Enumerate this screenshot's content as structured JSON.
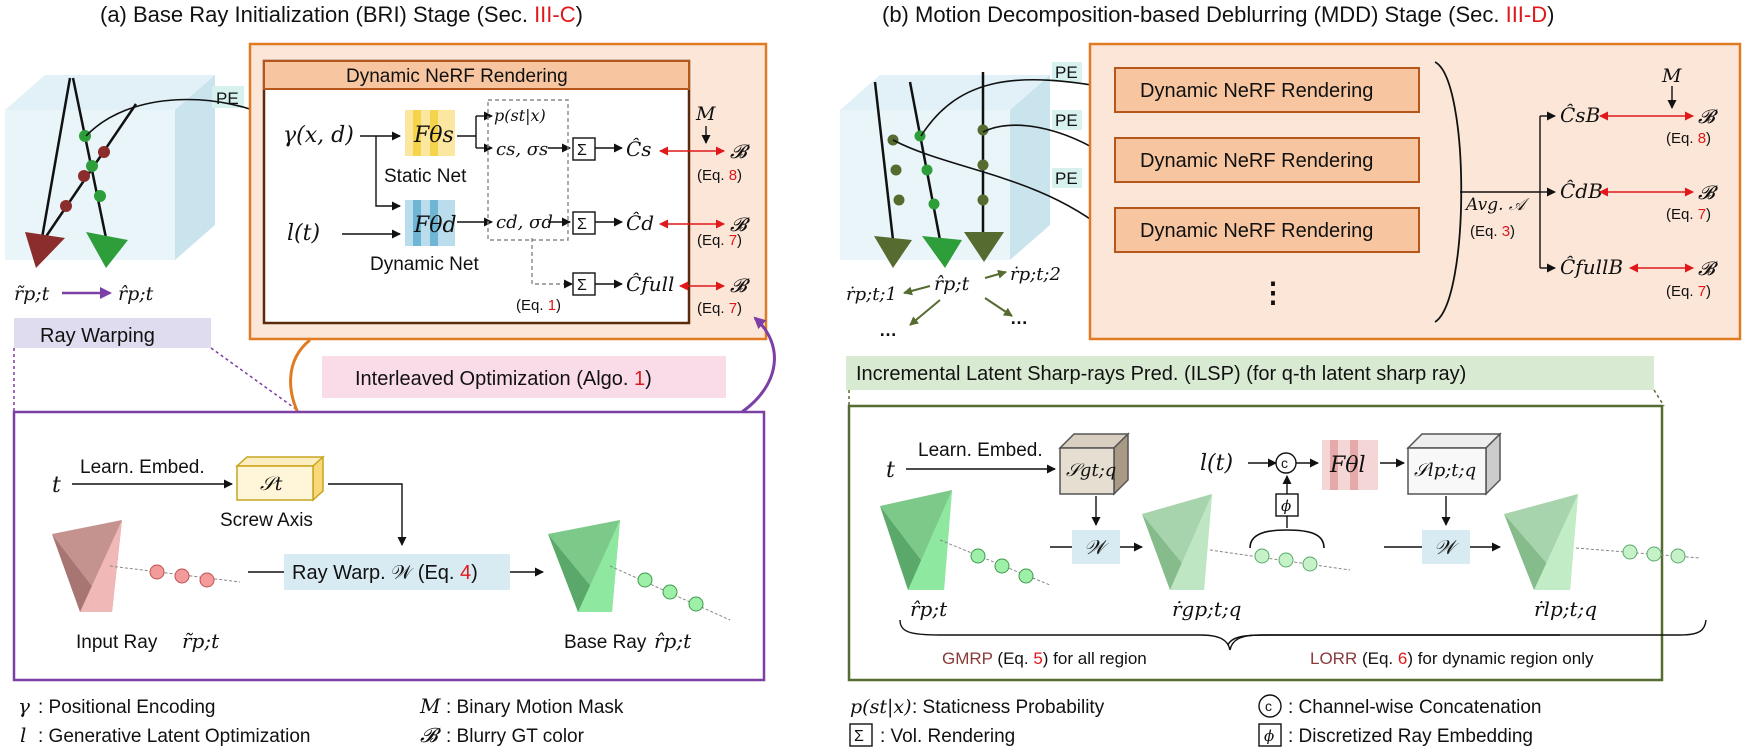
{
  "colors": {
    "panel_fill": "#fbe6d7",
    "panel_stroke": "#e07b22",
    "nerf_box": "#f7c59f",
    "nerf_box_stroke": "#b5561a",
    "warp_stroke": "#7b3fa5",
    "ilsp_stroke": "#556b2f",
    "ilsp_banner": "#d9ead3",
    "static_yellow": "#f5d34a",
    "dynamic_blue": "#6fb6d5",
    "red_arrow": "#e0181b"
  },
  "bri": {
    "title_prefix": "(a) Base Ray Initialization (BRI) Stage (Sec. ",
    "title_ref": "III-C",
    "title_suffix": ")",
    "pe": "PE",
    "dnr_label": "Dynamic NeRF Rendering",
    "gamma_expr": "γ(x, d)",
    "lt_expr": "l(t)",
    "static_net": "Static Net",
    "dynamic_net": "Dynamic Net",
    "f_static": "Fθs",
    "f_dynamic": "Fθd",
    "p_st": "p(st|x)",
    "cs_sigma": "cs, σs",
    "cd_sigma": "cd, σd",
    "sum_symbol": "Σ",
    "c_s": "Ĉs",
    "c_d": "Ĉd",
    "c_full": "Ĉfull",
    "m_label": "M",
    "b_label": "𝓑",
    "eq8": "8",
    "eq7": "7",
    "eq1": "1",
    "eq_prefix": "(Eq. ",
    "eq_suffix": ")",
    "r_tilde": "r̃p;t",
    "r_hat": "r̂p;t",
    "ray_warping": "Ray Warping",
    "interleaved_prefix": "Interleaved Optimization (Algo. ",
    "interleaved_ref": "1",
    "interleaved_suffix": ")"
  },
  "warp": {
    "t_label": "t",
    "learn_embed": "Learn. Embed.",
    "s_t": "𝒮t",
    "screw_axis": "Screw Axis",
    "ray_warp_prefix": "Ray Warp. 𝒲   (Eq. ",
    "ray_warp_ref": "4",
    "ray_warp_suffix": ")",
    "input_ray": "Input Ray",
    "input_ray_sym": "r̃p;t",
    "base_ray": "Base Ray",
    "base_ray_sym": "r̂p;t"
  },
  "mdd": {
    "title_prefix": "(b) Motion Decomposition-based Deblurring (MDD) Stage (Sec. ",
    "title_ref": "III-D",
    "title_suffix": ")",
    "pe": "PE",
    "dnr_labels": [
      "Dynamic NeRF Rendering",
      "Dynamic NeRF Rendering",
      "Dynamic NeRF Rendering"
    ],
    "dots": "⋮",
    "avg_label": "Avg. 𝒜",
    "avg_eq_ref": "3",
    "c_s": "ĈsB",
    "c_d": "ĈdB",
    "c_full": "ĈfullB",
    "m_label": "M",
    "b_label": "𝓑",
    "eq8": "8",
    "eq7": "7",
    "r_hat": "r̂p;t",
    "r1": "ṙp;t;1",
    "r2": "ṙp;t;2",
    "ellipsis": "…"
  },
  "ilsp": {
    "banner": "Incremental Latent Sharp-rays Pred. (ILSP) (for q-th latent sharp ray)",
    "t_label": "t",
    "learn_embed": "Learn. Embed.",
    "s_g": "𝒮gt;q",
    "lt_expr": "l(t)",
    "concat": "c",
    "f_l": "Fθl",
    "s_l": "𝒮lp;t;q",
    "phi": "ϕ",
    "w_label": "𝒲",
    "r_hat": "r̂p;t",
    "r_g": "ṙgp;t;q",
    "r_l": "ṙlp;t;q",
    "gmrp_name": "GMRP",
    "gmrp_text_prefix": " (Eq. ",
    "gmrp_ref": "5",
    "gmrp_text_suffix": ") for all region",
    "lorr_name": "LORR",
    "lorr_text_prefix": " (Eq. ",
    "lorr_ref": "6",
    "lorr_text_suffix": ") for dynamic region only"
  },
  "legend": [
    {
      "sym": "γ",
      "text": ": Positional Encoding"
    },
    {
      "sym": "l",
      "text": ": Generative Latent Optimization"
    },
    {
      "sym": "M",
      "text": ": Binary Motion Mask"
    },
    {
      "sym": "𝓑",
      "text": ": Blurry GT color"
    },
    {
      "sym": "p(st|x)",
      "text": ": Staticness Probability"
    },
    {
      "sym": "Σ",
      "text": ": Vol. Rendering"
    },
    {
      "sym": "c",
      "text": ": Channel-wise Concatenation"
    },
    {
      "sym": "ϕ",
      "text": ": Discretized Ray Embedding"
    }
  ]
}
